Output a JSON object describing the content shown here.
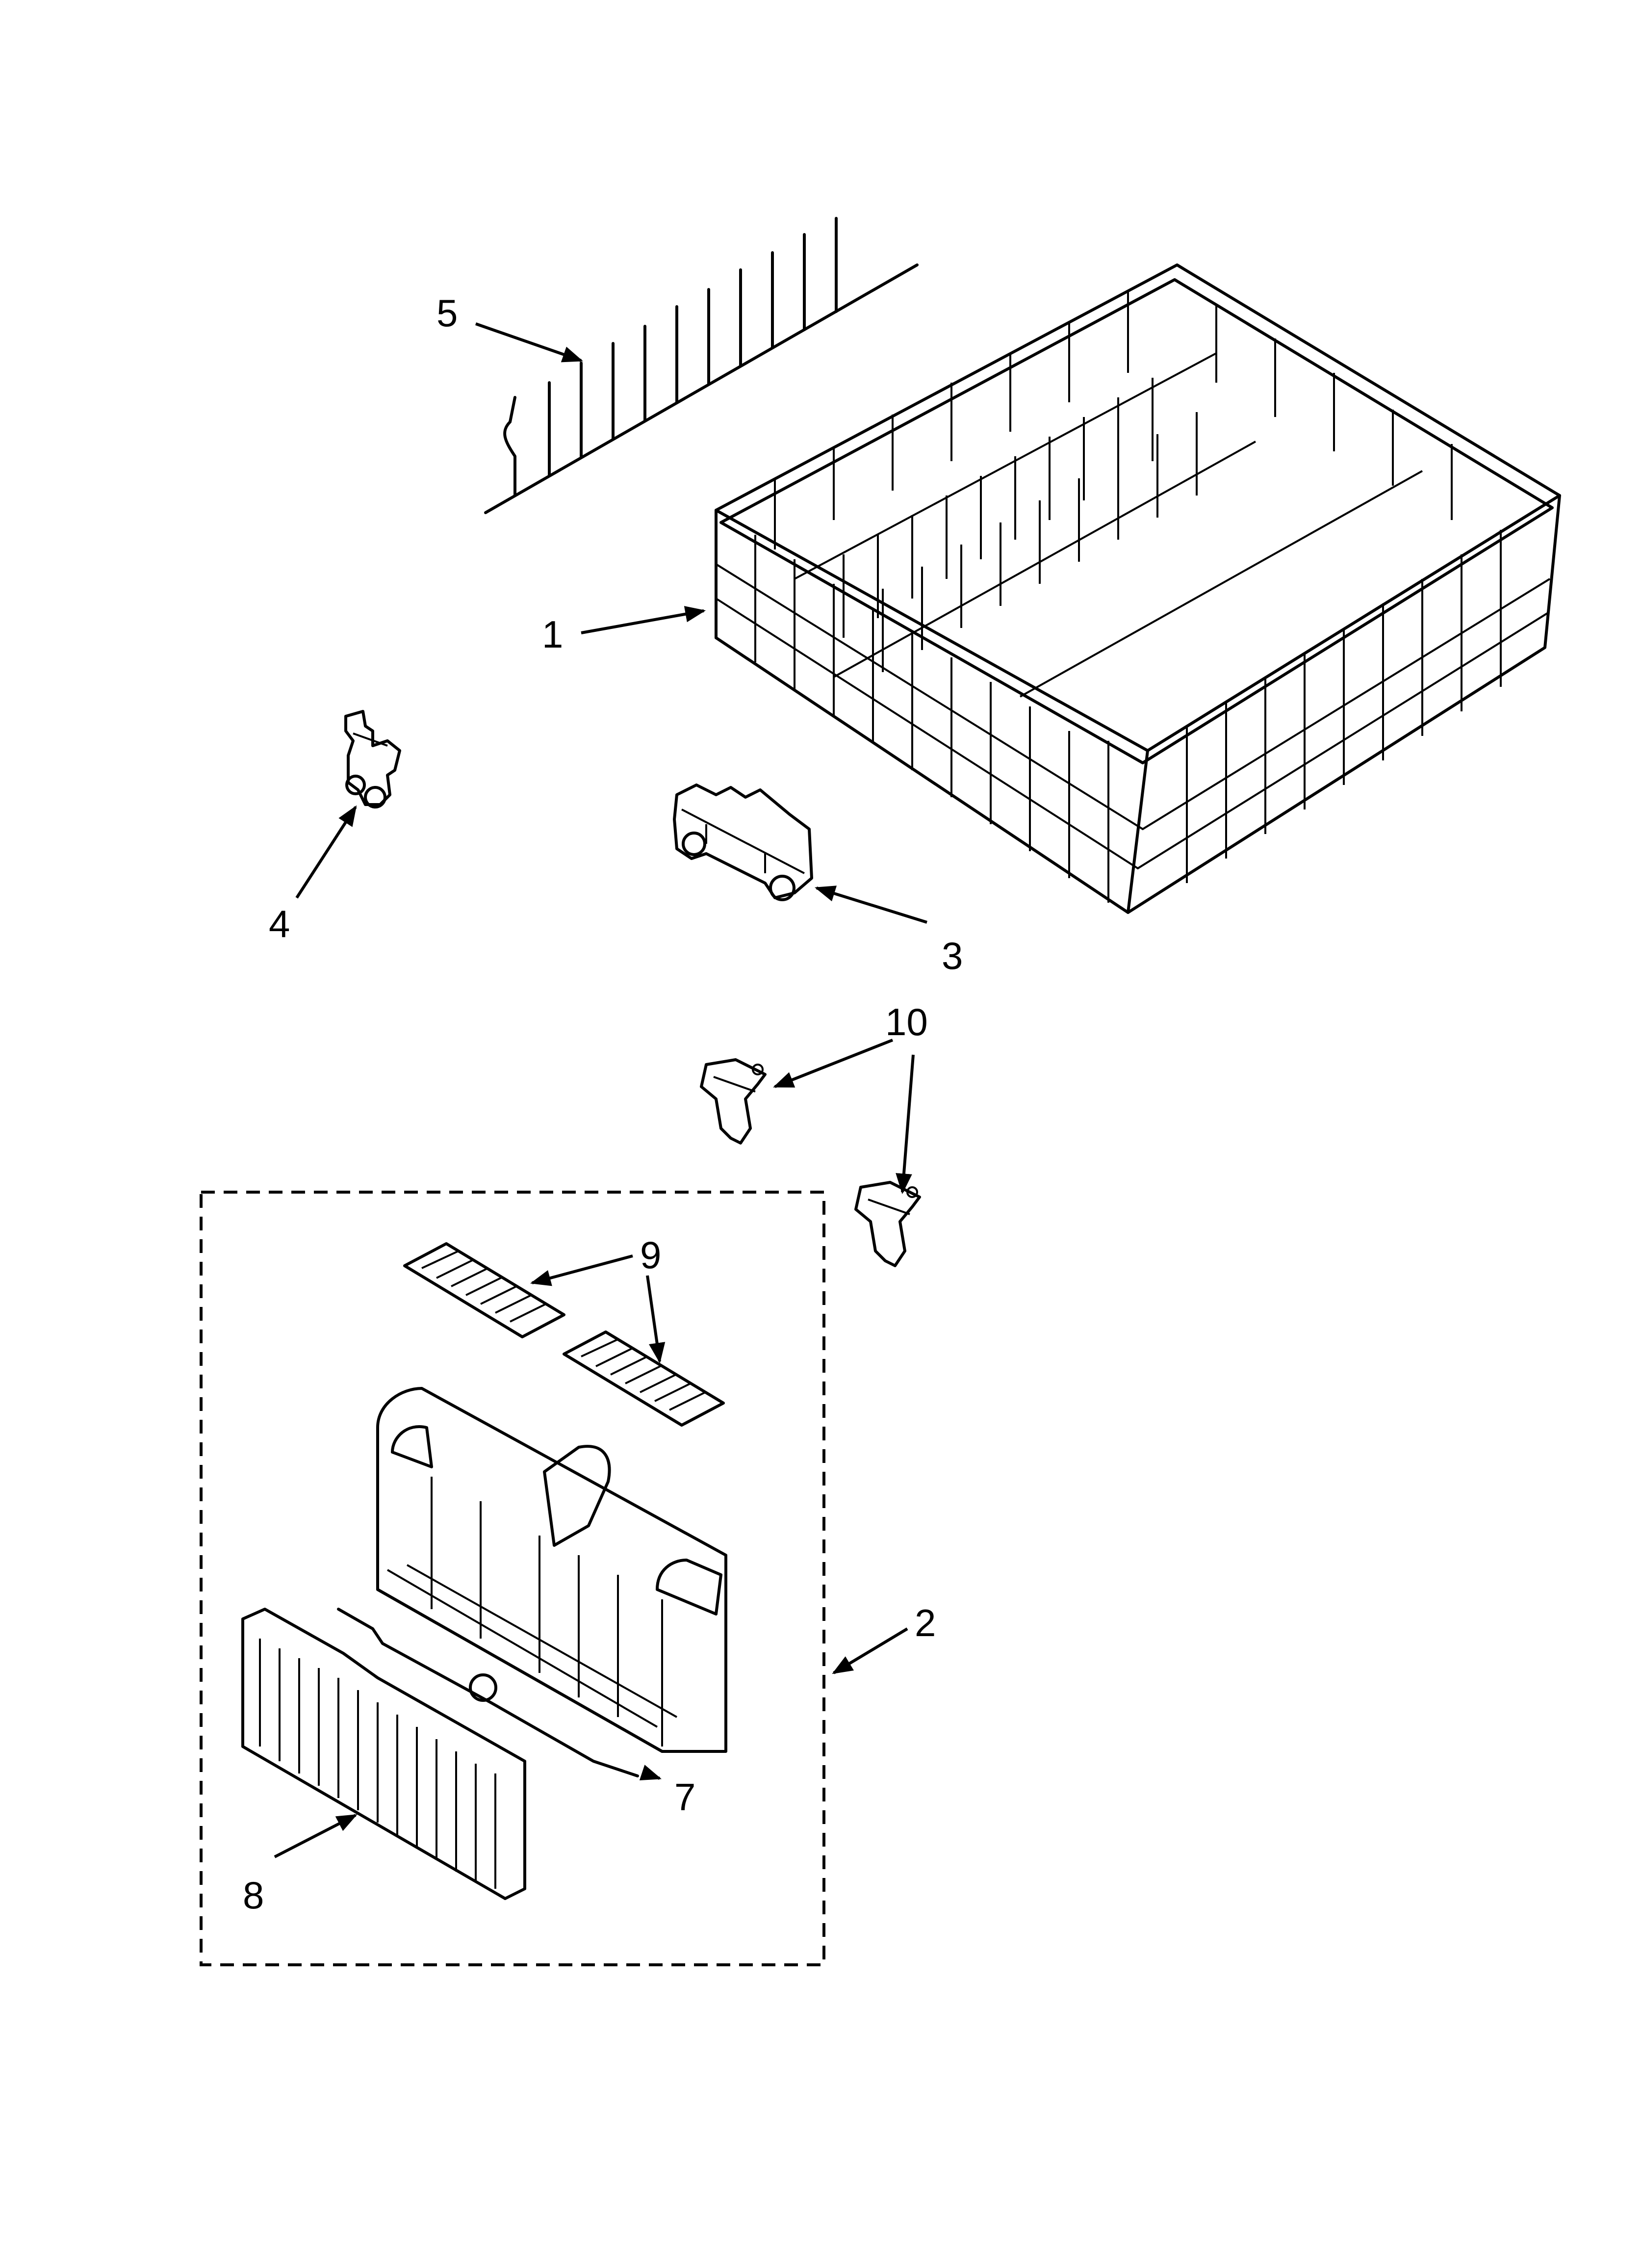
{
  "callouts": [
    {
      "id": "1",
      "label": "1"
    },
    {
      "id": "2",
      "label": "2"
    },
    {
      "id": "3",
      "label": "3"
    },
    {
      "id": "4",
      "label": "4"
    },
    {
      "id": "5",
      "label": "5"
    },
    {
      "id": "7",
      "label": "7"
    },
    {
      "id": "8",
      "label": "8"
    },
    {
      "id": "9",
      "label": "9"
    },
    {
      "id": "10",
      "label": "10"
    }
  ],
  "colors": {
    "line": "#000000",
    "background": "#ffffff"
  }
}
